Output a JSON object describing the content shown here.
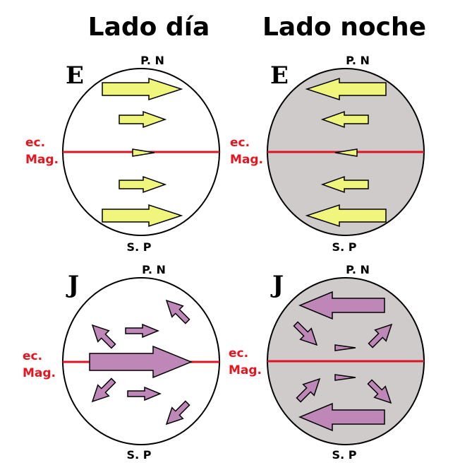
{
  "titles": {
    "day": "Lado día",
    "night": "Lado noche"
  },
  "panels": {
    "e_day": {
      "letter": "E",
      "north": "P. N",
      "south": "S. P",
      "eq_line1": "ec.",
      "eq_line2": "Mag."
    },
    "e_night": {
      "letter": "E",
      "north": "P. N",
      "south": "S. P",
      "eq_line1": "ec.",
      "eq_line2": "Mag."
    },
    "j_day": {
      "letter": "J",
      "north": "P. N",
      "south": "S. P",
      "eq_line1": "ec.",
      "eq_line2": "Mag."
    },
    "j_night": {
      "letter": "J",
      "north": "P. N",
      "south": "S. P"
    }
  },
  "colors": {
    "equator": "#dc1423",
    "yellow_arrow": "#f0f57c",
    "purple_arrow": "#bf86b8",
    "night_side": "#cfcbcb"
  }
}
